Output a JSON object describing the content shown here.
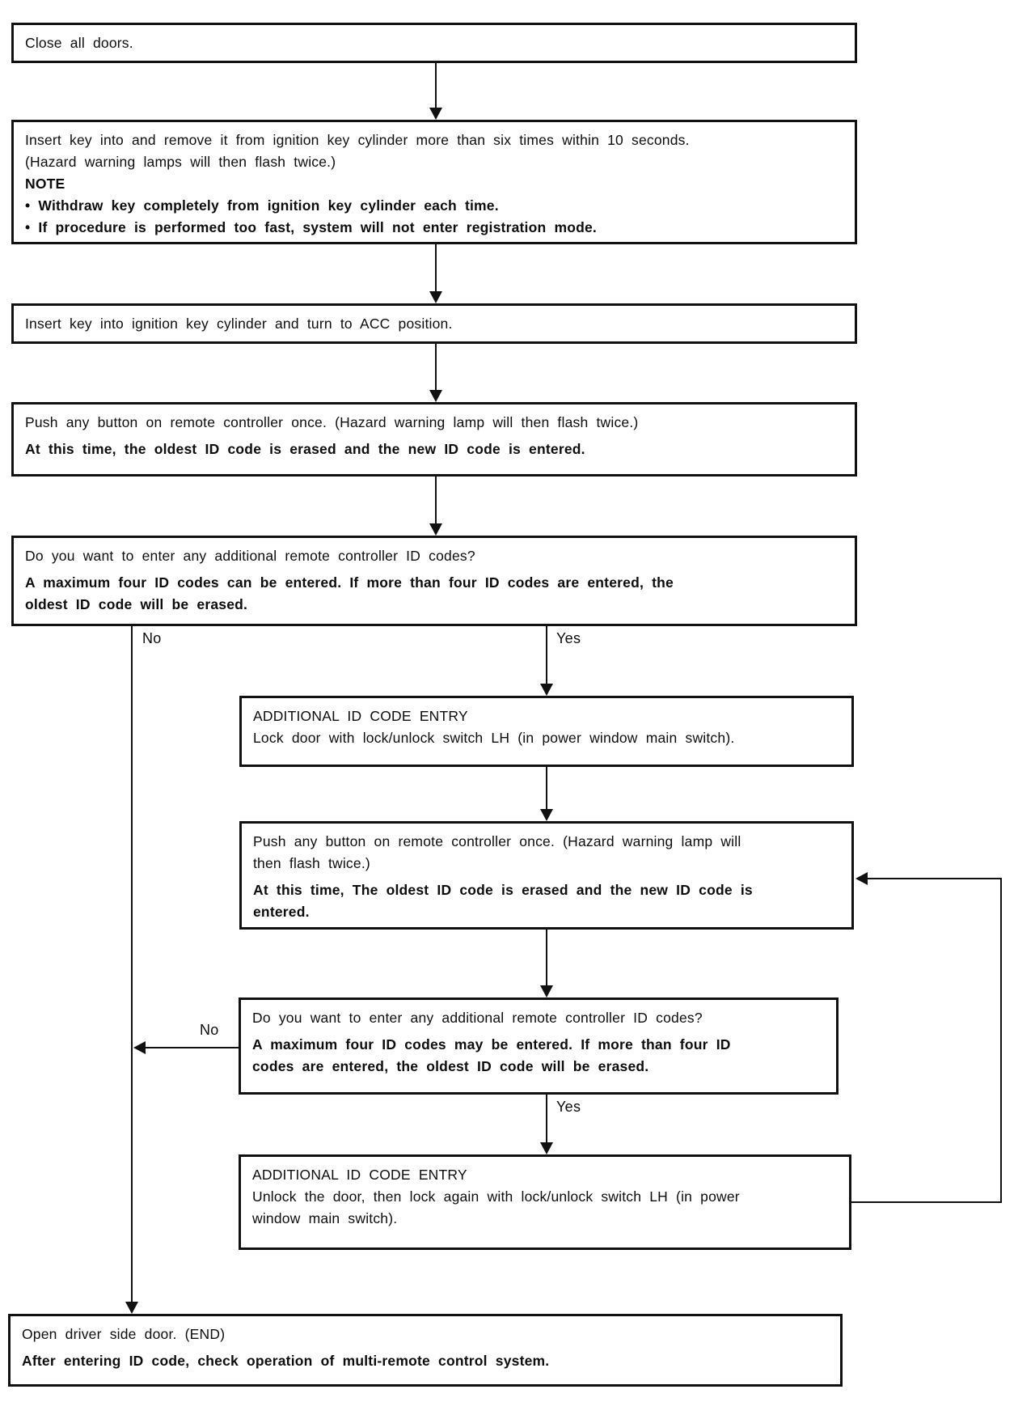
{
  "flowchart": {
    "title_hint": "Remote controller ID code registration procedure",
    "ink_color": "#111111",
    "background_color": "#ffffff",
    "branch_labels": {
      "no1": "No",
      "yes1": "Yes",
      "no2": "No",
      "yes2": "Yes"
    },
    "nodes": {
      "close": {
        "l1": "Close all doors."
      },
      "insert_remove": {
        "l1": "Insert key into and remove it from ignition key cylinder more than six times within 10 seconds.",
        "l2": "(Hazard warning lamps will then flash twice.)",
        "note": "NOTE",
        "b1": "• Withdraw key completely from ignition key cylinder each time.",
        "b2": "• If procedure is performed too fast, system will not enter registration mode."
      },
      "insert_acc": {
        "l1": "Insert key into ignition key cylinder and turn to ACC position."
      },
      "push_first": {
        "l1": "Push any button on remote controller once. (Hazard warning lamp will then flash twice.)",
        "b1": "At this time, the oldest ID code is erased and the new ID code is entered."
      },
      "decision_first": {
        "l1": "Do you want to enter any additional remote controller ID codes?",
        "b1a": "A maximum four ID codes can be entered. If more than four ID codes are entered, the",
        "b1b": "oldest ID code will be erased."
      },
      "additional_first": {
        "title": "ADDITIONAL ID CODE ENTRY",
        "l1": "Lock door with lock/unlock switch LH (in power window main switch)."
      },
      "push_second": {
        "l1a": "Push any button on remote controller once. (Hazard warning lamp will",
        "l1b": "then flash twice.)",
        "b1a": "At this time, The oldest ID code is erased and the new ID code is",
        "b1b": "entered."
      },
      "decision_second": {
        "l1": "Do you want to enter any additional remote controller ID codes?",
        "b1a": "A maximum four ID codes may be entered. If more than four ID",
        "b1b": "codes are entered, the oldest ID code will be erased."
      },
      "additional_second": {
        "title": "ADDITIONAL ID CODE ENTRY",
        "l1a": "Unlock the door, then lock again with lock/unlock switch LH (in power",
        "l1b": "window main switch)."
      },
      "end": {
        "l1": "Open driver side door. (END)",
        "b1": "After entering ID code, check operation of multi-remote control system."
      }
    }
  }
}
